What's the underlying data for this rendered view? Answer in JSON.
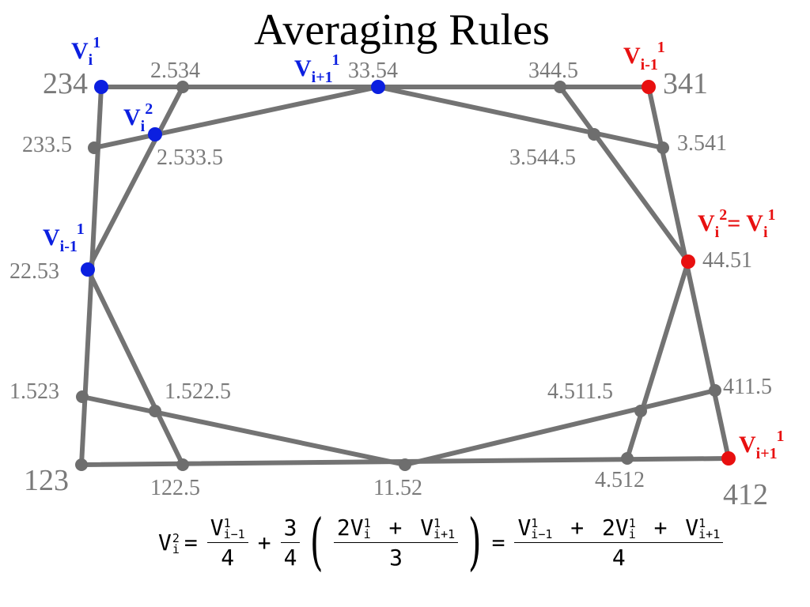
{
  "title": "Averaging Rules",
  "colors": {
    "edge": "#737373",
    "gray_point": "#6e6e6e",
    "blue": "#0b1fe0",
    "red": "#e81010",
    "label_gray": "#7a7a7a"
  },
  "corner_labels": {
    "tl": "234",
    "tr": "341",
    "bl": "123",
    "br": "412"
  },
  "edge_labels": {
    "top_left_third": "2.534",
    "top_mid": "33.54",
    "top_right_third": "344.5",
    "left_upper": "233.5",
    "inner_tl": "2.533.5",
    "inner_tr": "3.544.5",
    "right_upper": "3.541",
    "left_mid": "22.53",
    "right_mid": "44.51",
    "left_lower": "1.523",
    "inner_bl": "1.522.5",
    "inner_br": "4.511.5",
    "right_lower": "411.5",
    "bottom_left_third": "122.5",
    "bottom_mid": "11.52",
    "bottom_right_third": "4.512"
  },
  "vertex_labels": {
    "blue_vi1": {
      "base": "V",
      "sub": "i",
      "sup": "1"
    },
    "blue_vi2": {
      "base": "V",
      "sub": "i",
      "sup": "2"
    },
    "blue_vip1": {
      "base": "V",
      "sub": "i+1",
      "sup": "1"
    },
    "blue_vim1": {
      "base": "V",
      "sub": "i-1",
      "sup": "1"
    },
    "red_vim1": {
      "base": "V",
      "sub": "i-1",
      "sup": "1"
    },
    "red_vi2_eq": {
      "base": "V",
      "sub": "i",
      "sup": "2",
      "eq": "= V",
      "sub2": "i",
      "sup2": "1"
    },
    "red_vip1": {
      "base": "V",
      "sub": "i+1",
      "sup": "1"
    }
  },
  "formula": {
    "lhs_base": "V",
    "lhs_sub": "i",
    "lhs_sup": "2",
    "eq": "=",
    "t1_num": "V",
    "t1_num_sub": "i−1",
    "t1_num_sup": "1",
    "t1_den": "4",
    "plus": "+",
    "t2_coef_num": "3",
    "t2_coef_den": "4",
    "t2_inner_num_a": "2V",
    "t2_inner_num_a_sub": "i",
    "t2_inner_num_a_sup": "1",
    "t2_inner_plus": "+",
    "t2_inner_num_b": "V",
    "t2_inner_num_b_sub": "i+1",
    "t2_inner_num_b_sup": "1",
    "t2_inner_den": "3",
    "eq2": "=",
    "r_num_a": "V",
    "r_num_a_sub": "i−1",
    "r_num_a_sup": "1",
    "r_plus1": "+",
    "r_num_b": "2V",
    "r_num_b_sub": "i",
    "r_num_b_sup": "1",
    "r_plus2": "+",
    "r_num_c": "V",
    "r_num_c_sub": "i+1",
    "r_num_c_sup": "1",
    "r_den": "4"
  }
}
